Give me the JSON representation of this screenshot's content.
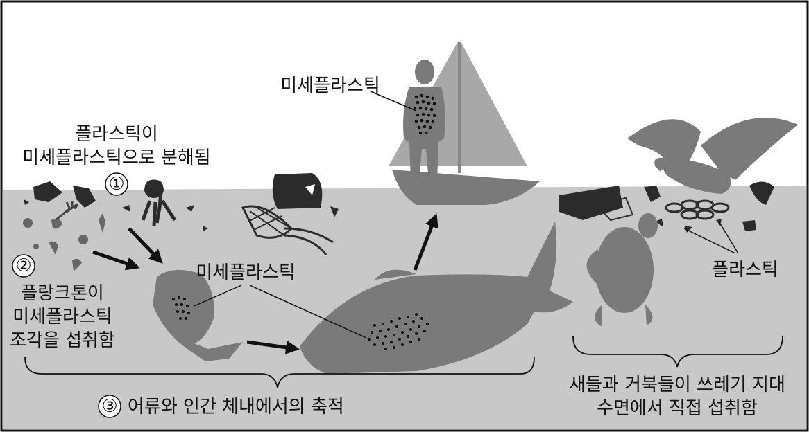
{
  "labels": {
    "step1_title_line1": "플라스틱이",
    "step1_title_line2": "미세플라스틱으로 분해됨",
    "step1_number": "①",
    "step2_number": "②",
    "step2_line1": "플랑크톤이",
    "step2_line2": "미세플라스틱",
    "step2_line3": "조각을 섭취함",
    "micro_human": "미세플라스틱",
    "micro_fish": "미세플라스틱",
    "plastic_right": "플라스틱",
    "step3_number": "③",
    "step3_text": "어류와 인간 체내에서의 축적",
    "birds_line1": "새들과 거북들이 쓰레기 지대",
    "birds_line2": "수면에서 직접 섭취함"
  },
  "colors": {
    "sky": "#ffffff",
    "water": "#c8c8c8",
    "dark": "#2b2b2b",
    "mid": "#7a7a7a",
    "sail": "#a8a8a8",
    "ink": "#111111"
  }
}
